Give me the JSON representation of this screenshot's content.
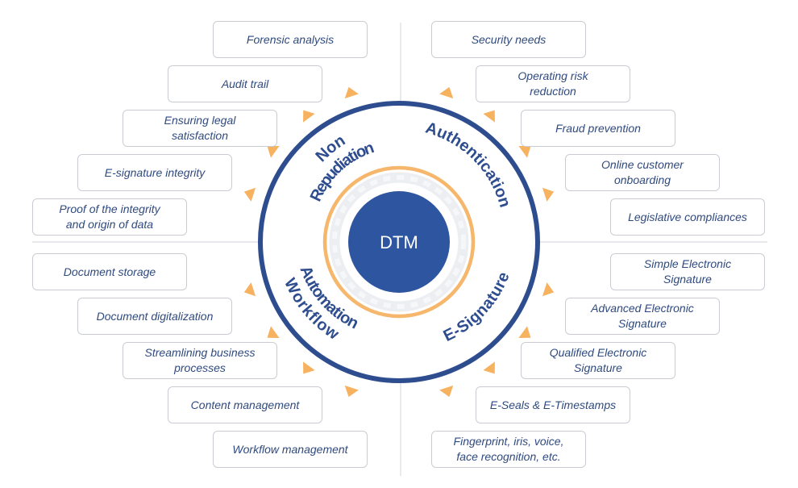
{
  "diagram": {
    "center_label": "DTM",
    "segments": {
      "top_left": [
        "Non",
        "Repudiation"
      ],
      "top_right": [
        "Authentication"
      ],
      "bottom_left": [
        "Workflow",
        "Automation"
      ],
      "bottom_right": [
        "E-Signature"
      ]
    },
    "colors": {
      "navy": "#2e4d8f",
      "orange": "#f6b66b",
      "arrow": "#f6b25f",
      "box_border": "#c9cdd3",
      "box_text": "#2f4a7f"
    },
    "boxes": {
      "top_left": [
        "Forensic analysis",
        "Audit trail",
        "Ensuring legal\nsatisfaction",
        "E-signature integrity",
        "Proof of the integrity\nand origin of data"
      ],
      "top_right": [
        "Security needs",
        "Operating risk\nreduction",
        "Fraud prevention",
        "Online customer\nonboarding",
        "Legislative compliances"
      ],
      "bottom_left": [
        "Document storage",
        "Document digitalization",
        "Streamlining business\nprocesses",
        "Content management",
        "Workflow management"
      ],
      "bottom_right": [
        "Simple Electronic\nSignature",
        "Advanced Electronic\nSignature",
        "Qualified Electronic\nSignature",
        "E-Seals & E-Timestamps",
        "Fingerprint, iris, voice,\nface recognition, etc."
      ]
    }
  }
}
